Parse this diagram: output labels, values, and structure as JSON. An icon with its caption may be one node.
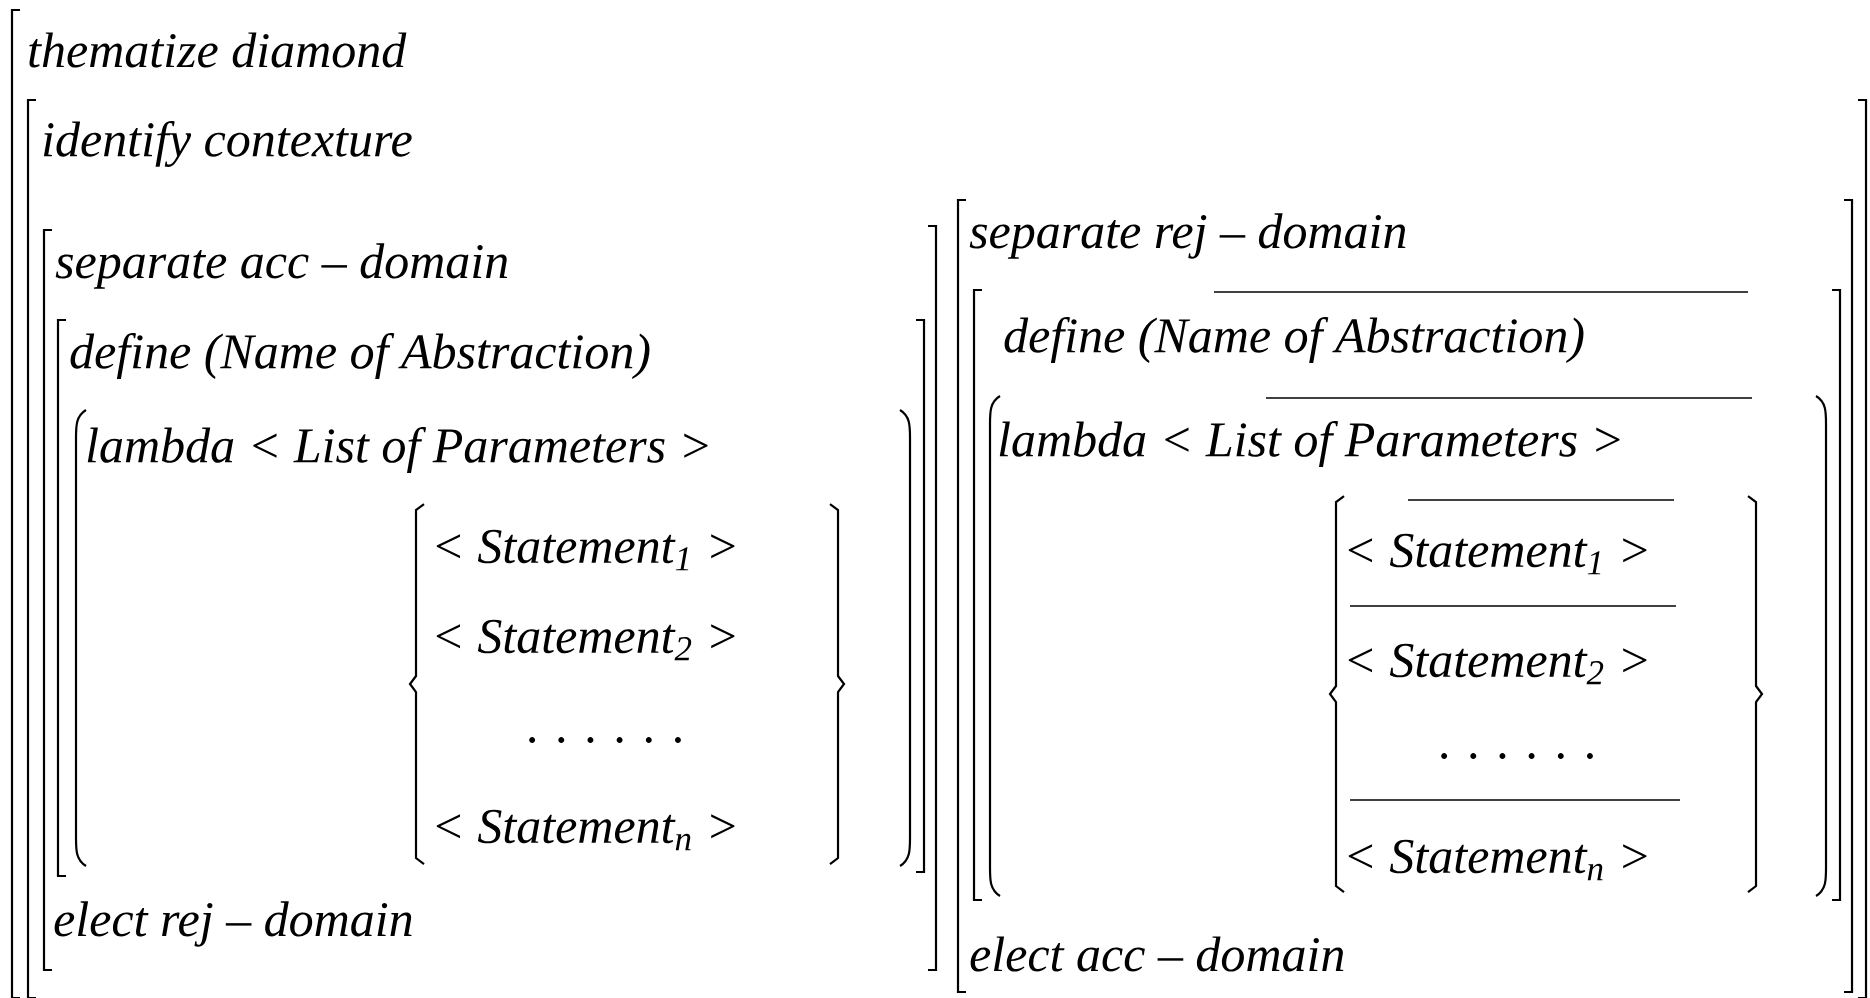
{
  "diagram": {
    "labels": [
      "thematize diamond",
      "identify contexture",
      "separate acc – domain",
      "separate rej – domain",
      "define (Name of Abstraction)",
      "define (Name of Abstraction)",
      "lambda < List of Parameters >",
      "lambda < List of Parameters >",
      "< Statement$_{1}$ >",
      "< Statement$_{1}$ >",
      "< Statement$_{2}$ >",
      "< Statement$_{2}$ >",
      ". . . . . .",
      ". . . . . .",
      "< Statement$_{n}$ >",
      "< Statement$_{n}$ >",
      "elect rej – domain",
      "elect acc – domain"
    ]
  }
}
